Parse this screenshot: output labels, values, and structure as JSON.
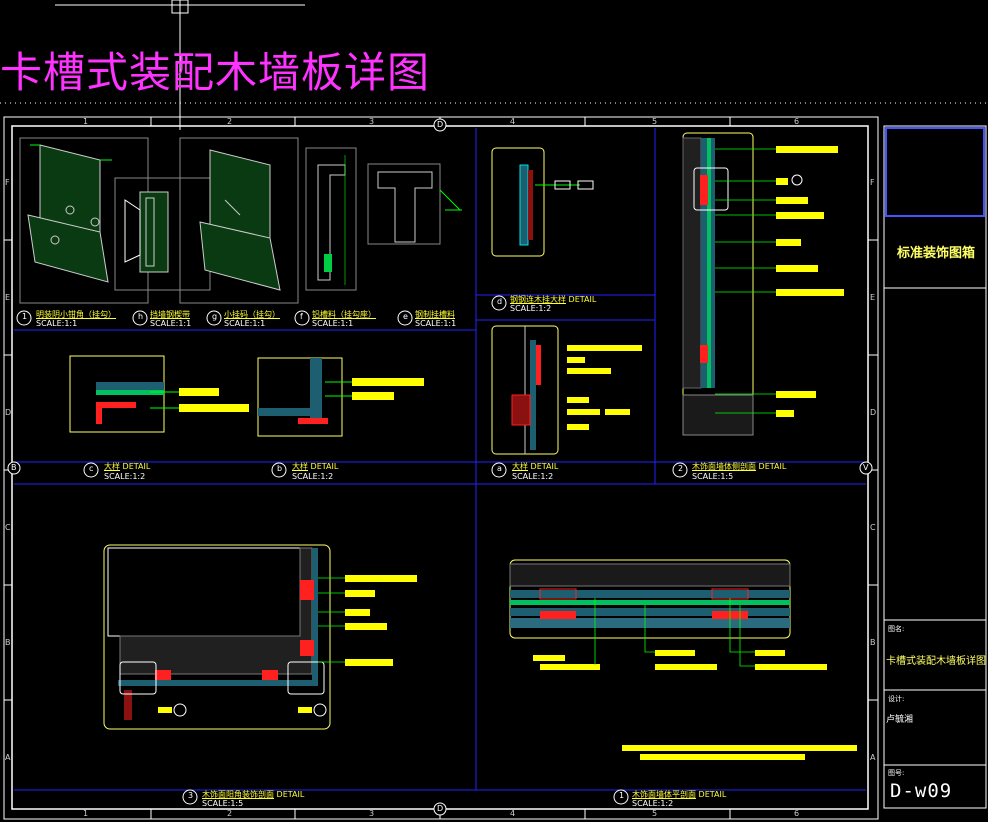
{
  "title": "卡槽式装配木墙板详图",
  "title_block": {
    "header": "标准装饰图箱",
    "label_name": "图名:",
    "drawing_name": "卡槽式装配木墙板详图",
    "label_author": "设计:",
    "author": "卢毓湘",
    "label_no": "图号:",
    "drawing_no": "D-w09"
  },
  "grid": {
    "columns": [
      "1",
      "2",
      "3",
      "4",
      "5",
      "6"
    ],
    "rows": [
      "F",
      "E",
      "D",
      "C",
      "B",
      "A"
    ],
    "bubbles": [
      "D",
      "D",
      "B",
      "V"
    ]
  },
  "details": [
    {
      "mark": "1",
      "name": "明装阴小钳角（挂勾）",
      "scale": "SCALE:1:1"
    },
    {
      "mark": "h",
      "name": "挡墙钢楔带",
      "scale": "SCALE:1:1"
    },
    {
      "mark": "g",
      "name": "小挂码（挂勾）",
      "scale": "SCALE:1:1"
    },
    {
      "mark": "f",
      "name": "铝槽料（挂勾座）",
      "scale": "SCALE:1:1"
    },
    {
      "mark": "e",
      "name": "钢制挂槽料",
      "scale": "SCALE:1:1"
    },
    {
      "mark": "d",
      "name": "钢钢连木挂大样",
      "detail": "DETAIL",
      "scale": "SCALE:1:2"
    },
    {
      "mark": "c",
      "name": "大样",
      "detail": "DETAIL",
      "scale": "SCALE:1:2"
    },
    {
      "mark": "b",
      "name": "大样",
      "detail": "DETAIL",
      "scale": "SCALE:1:2"
    },
    {
      "mark": "a",
      "name": "大样",
      "detail": "DETAIL",
      "scale": "SCALE:1:2"
    },
    {
      "mark": "2",
      "name": "木饰面墙体侧剖面",
      "detail": "DETAIL",
      "scale": "SCALE:1:5"
    },
    {
      "mark": "3",
      "name": "木饰面阳角装饰剖面",
      "detail": "DETAIL",
      "scale": "SCALE:1:5"
    },
    {
      "mark": "1",
      "name": "木饰面墙体平剖面",
      "detail": "DETAIL",
      "scale": "SCALE:1:2"
    }
  ],
  "colors": {
    "background": "#000000",
    "frame": "#ffffff",
    "panel_border": "#2222ff",
    "detail_outline": "#ffff66",
    "title": "#ff33ff",
    "leader_tag": "#ffff00",
    "section_red": "#ff2020",
    "section_cyan": "#00e0e0",
    "section_green": "#00c060"
  }
}
